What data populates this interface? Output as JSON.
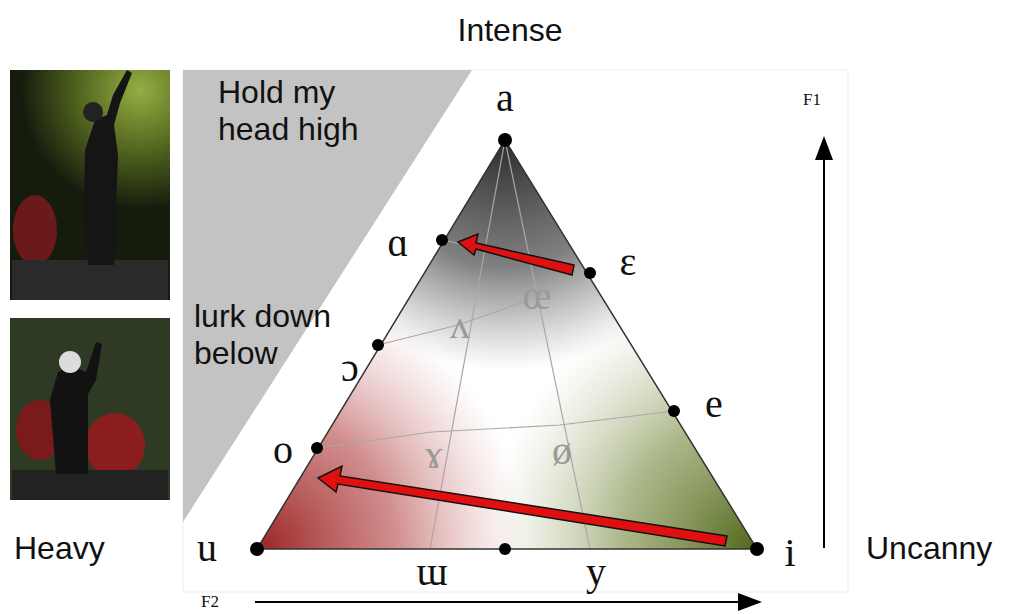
{
  "diagram": {
    "labels": [
      "Intense",
      "Hold my head high",
      "lurk down below",
      "Heavy",
      "Uncanny",
      "F1",
      "F2",
      "a",
      "ɑ",
      "ɛ",
      "ʌ",
      "œ",
      "ɔ",
      "e",
      "ɤ",
      "ø",
      "o",
      "u",
      "ɯ",
      "y",
      "i"
    ]
  }
}
